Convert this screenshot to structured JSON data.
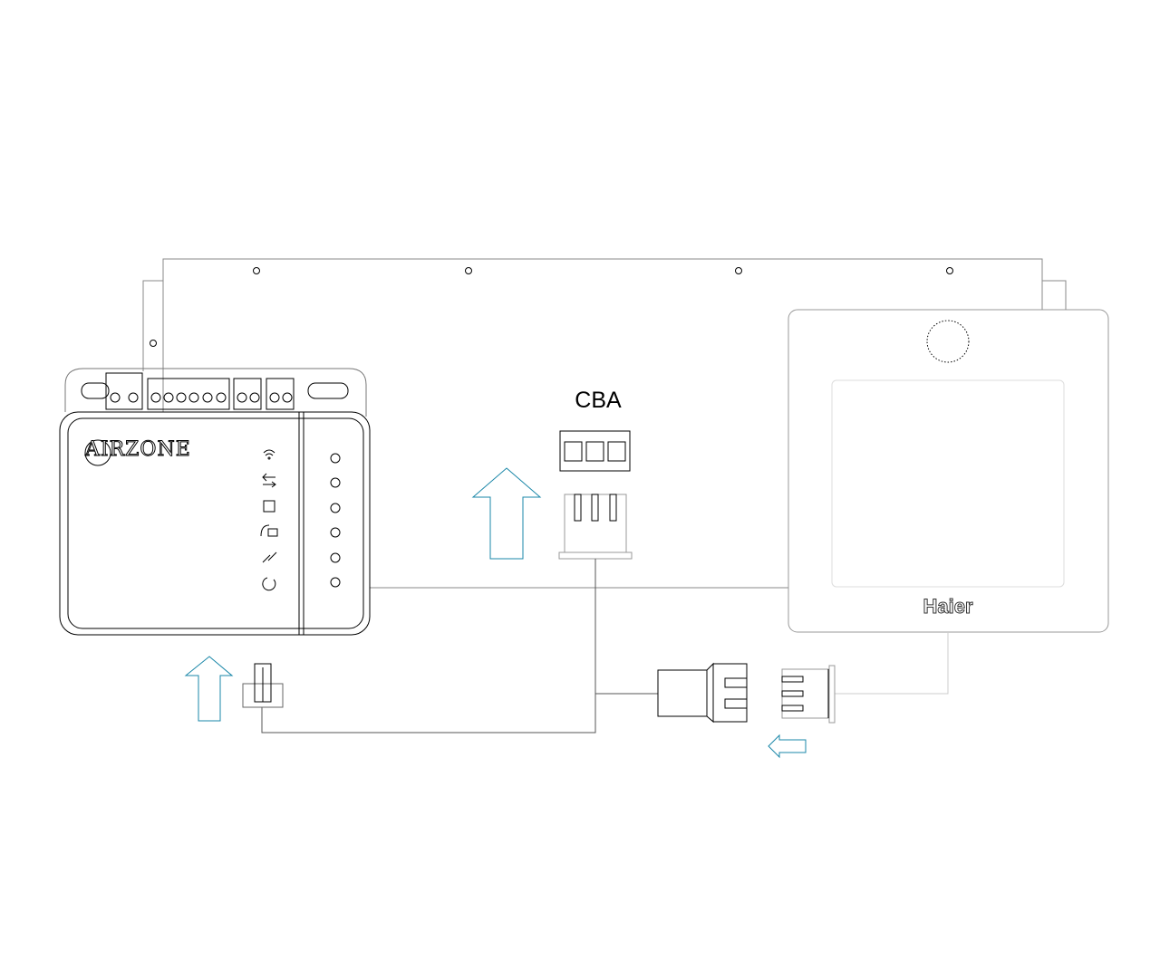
{
  "labels": {
    "connector_label": "CBA",
    "airzone_logo": "AIRZONE",
    "haier_logo": "Haier"
  },
  "colors": {
    "arrow": "#1a87a8",
    "line": "#000000",
    "panel": "#888888"
  },
  "icons": [
    "wifi-icon",
    "transfer-icon",
    "chip-icon",
    "plug-icon",
    "link-icon",
    "reset-icon"
  ]
}
